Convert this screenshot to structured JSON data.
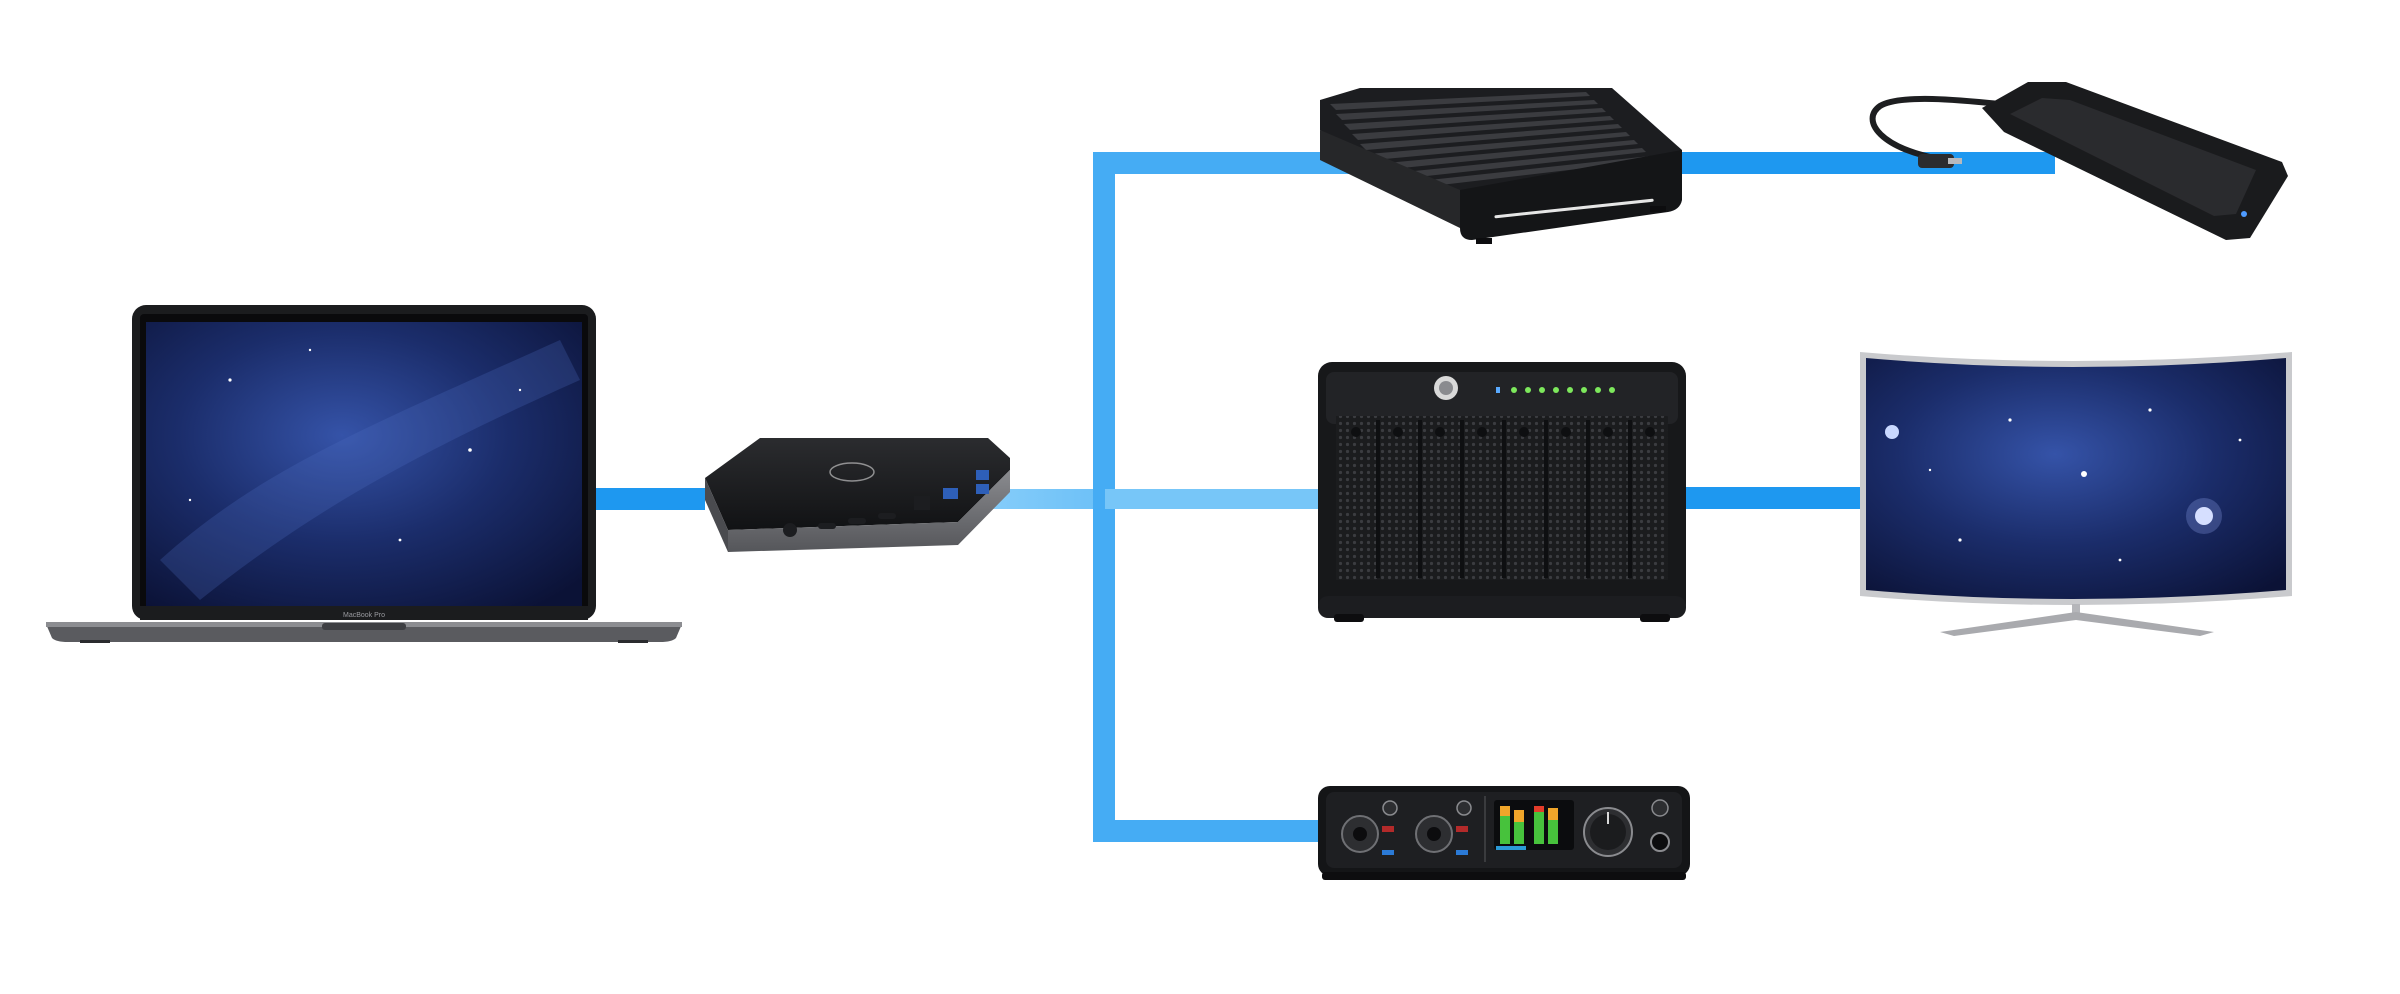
{
  "diagram": {
    "description_free": true,
    "colors": {
      "cable_primary": "#1e98f0",
      "cable_light": "#86cdfa",
      "device_black": "#17181a",
      "device_dark": "#2a2b2e",
      "dock_gray": "#6b6c70",
      "screen_blue": "#1b2d6b"
    },
    "nodes": [
      {
        "id": "laptop",
        "icon": "laptop-icon",
        "label": "MacBook Pro"
      },
      {
        "id": "dock",
        "icon": "dock-icon"
      },
      {
        "id": "storage-enclosure",
        "icon": "finned-storage-icon"
      },
      {
        "id": "portable-ssd",
        "icon": "portable-ssd-icon"
      },
      {
        "id": "raid-array",
        "icon": "raid-enclosure-icon"
      },
      {
        "id": "monitor",
        "icon": "curved-monitor-icon"
      },
      {
        "id": "audio-interface",
        "icon": "audio-interface-icon"
      }
    ],
    "edges": [
      {
        "from": "laptop",
        "to": "dock"
      },
      {
        "from": "dock",
        "to": "storage-enclosure"
      },
      {
        "from": "storage-enclosure",
        "to": "portable-ssd"
      },
      {
        "from": "dock",
        "to": "raid-array"
      },
      {
        "from": "raid-array",
        "to": "monitor"
      },
      {
        "from": "dock",
        "to": "audio-interface"
      }
    ]
  }
}
